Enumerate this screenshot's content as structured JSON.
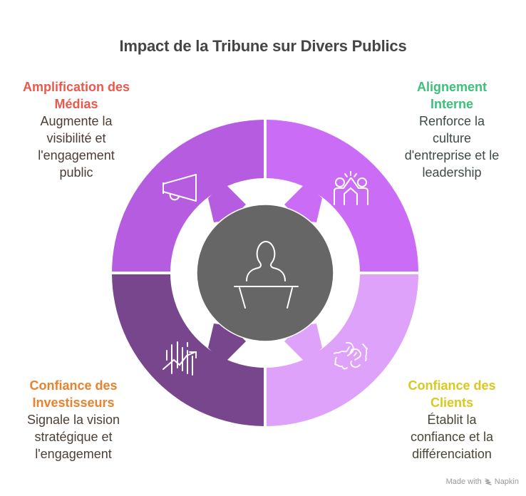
{
  "title": "Impact de la Tribune sur Divers Publics",
  "center": {
    "icon": "speaker-podium-icon",
    "color": "#666666"
  },
  "segments": [
    {
      "id": "media",
      "title_line1": "Amplification des",
      "title_line2": "Médias",
      "desc_lines": [
        "Augmente la",
        "visibilité et",
        "l'engagement",
        "public"
      ],
      "title_color": "#E8594E",
      "desc_color": "#4D3B36",
      "segment_color": "#B55CE0",
      "icon": "megaphone-icon",
      "position": "top-left"
    },
    {
      "id": "internal",
      "title_line1": "Alignement",
      "title_line2": "Interne",
      "desc_lines": [
        "Renforce la",
        "culture",
        "d'entreprise et le",
        "leadership"
      ],
      "title_color": "#3CC07A",
      "desc_color": "#3E4A45",
      "segment_color": "#CB6CF7",
      "icon": "high-five-icon",
      "position": "top-right"
    },
    {
      "id": "investors",
      "title_line1": "Confiance des",
      "title_line2": "Investisseurs",
      "desc_lines": [
        "Signale la vision",
        "stratégique et",
        "l'engagement"
      ],
      "title_color": "#E8822E",
      "desc_color": "#4D3F36",
      "segment_color": "#78468C",
      "icon": "growth-chart-icon",
      "position": "bottom-left"
    },
    {
      "id": "clients",
      "title_line1": "Confiance des",
      "title_line2": "Clients",
      "desc_lines": [
        "Établit la",
        "confiance et la",
        "différenciation"
      ],
      "title_color": "#D9C91E",
      "desc_color": "#4A4636",
      "segment_color": "#DFA2FA",
      "icon": "fist-bump-icon",
      "position": "bottom-right"
    }
  ],
  "footer": {
    "label": "Made with",
    "brand": "Napkin",
    "icon": "napkin-logo-icon"
  }
}
